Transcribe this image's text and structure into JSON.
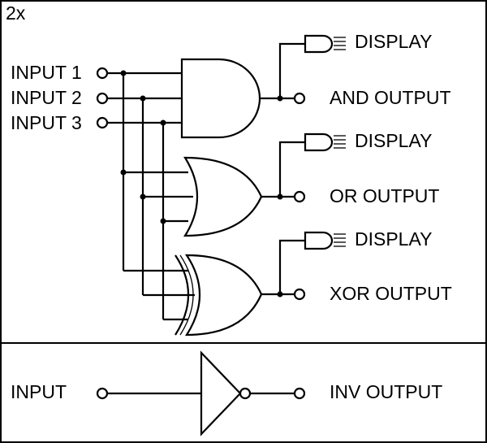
{
  "scale": "2x",
  "inputs": [
    "INPUT 1",
    "INPUT 2",
    "INPUT 3"
  ],
  "display_label": "DISPLAY",
  "outputs": {
    "and": "AND OUTPUT",
    "or": "OR OUTPUT",
    "xor": "XOR OUTPUT"
  },
  "inverter": {
    "input": "INPUT",
    "output": "INV OUTPUT"
  }
}
